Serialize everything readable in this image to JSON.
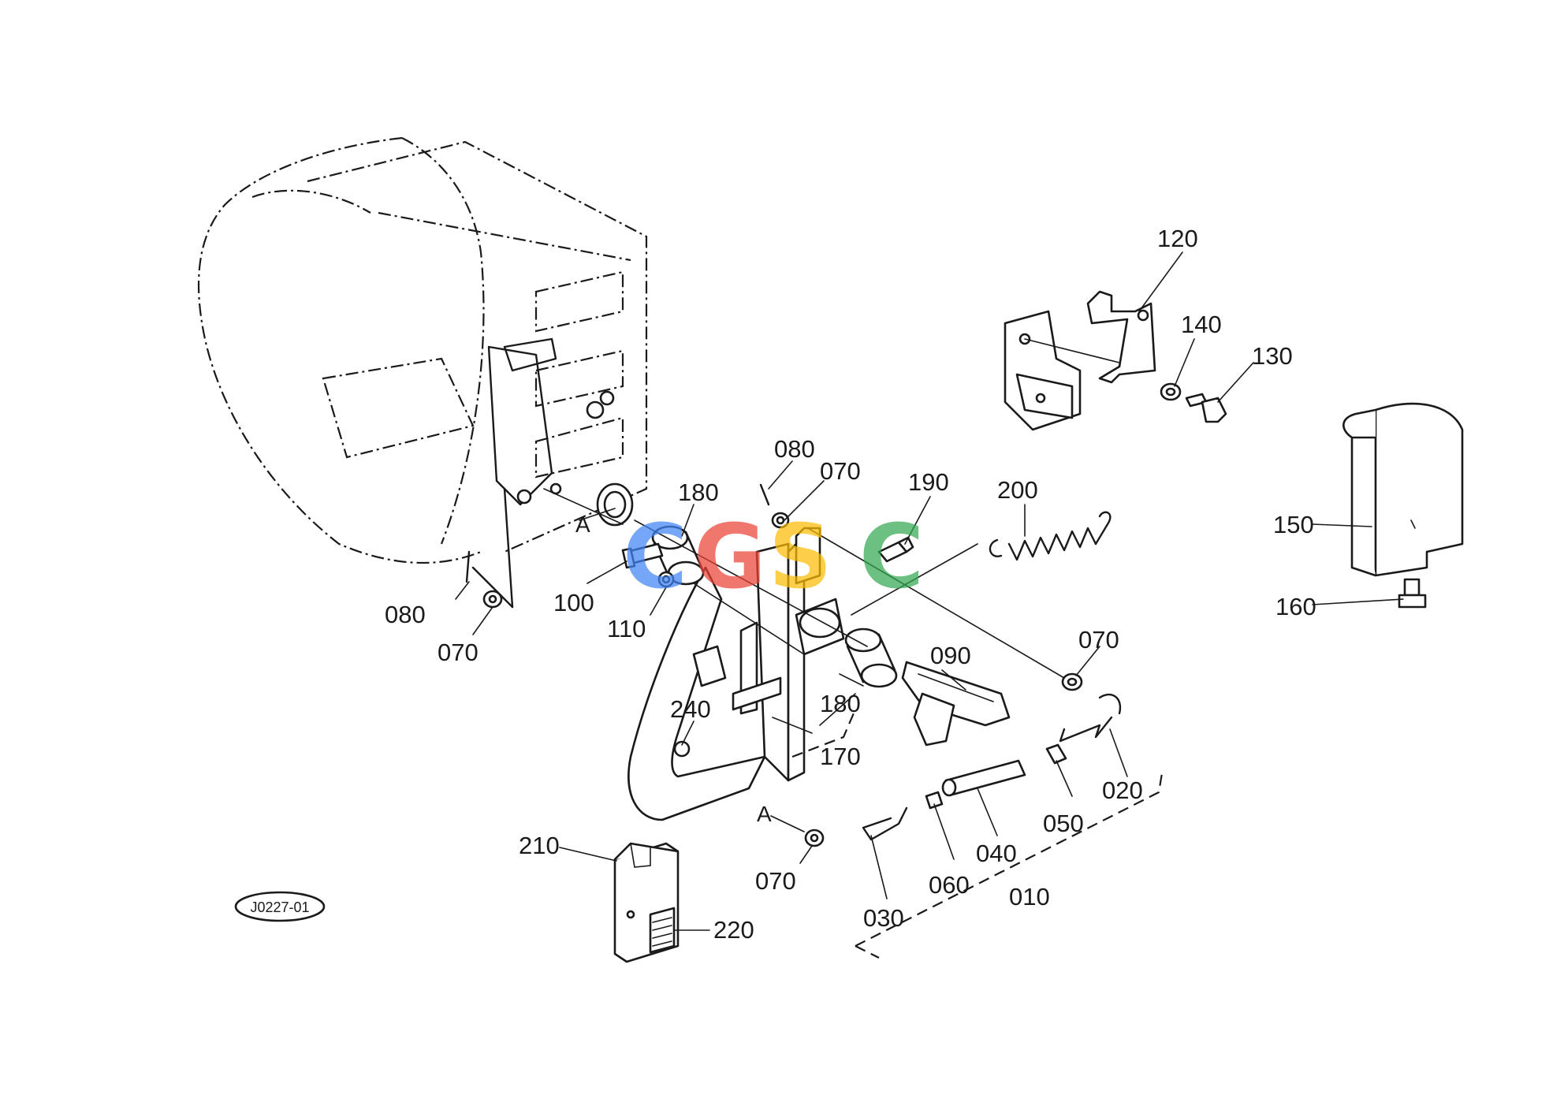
{
  "diagram": {
    "drawing_id": "J0227-01",
    "section_marker": "A",
    "watermark": {
      "letters": [
        {
          "char": "C",
          "color": "#4285F4"
        },
        {
          "char": "G",
          "color": "#EA4335"
        },
        {
          "char": "S",
          "color": "#FBBC05"
        },
        {
          "char": "C",
          "color": "#34A853"
        }
      ]
    },
    "callouts": {
      "c120": "120",
      "c140": "140",
      "c130": "130",
      "c150": "150",
      "c160": "160",
      "c180a": "180",
      "c080a": "080",
      "c070a": "070",
      "c190": "190",
      "c200": "200",
      "c080b": "080",
      "c070b": "070",
      "c100": "100",
      "c110": "110",
      "c090": "090",
      "c070c": "070",
      "c180b": "180",
      "c240": "240",
      "c170": "170",
      "c020": "020",
      "c050": "050",
      "c040": "040",
      "c060": "060",
      "c030": "030",
      "c010": "010",
      "c070d": "070",
      "c210": "210",
      "c220": "220"
    }
  }
}
